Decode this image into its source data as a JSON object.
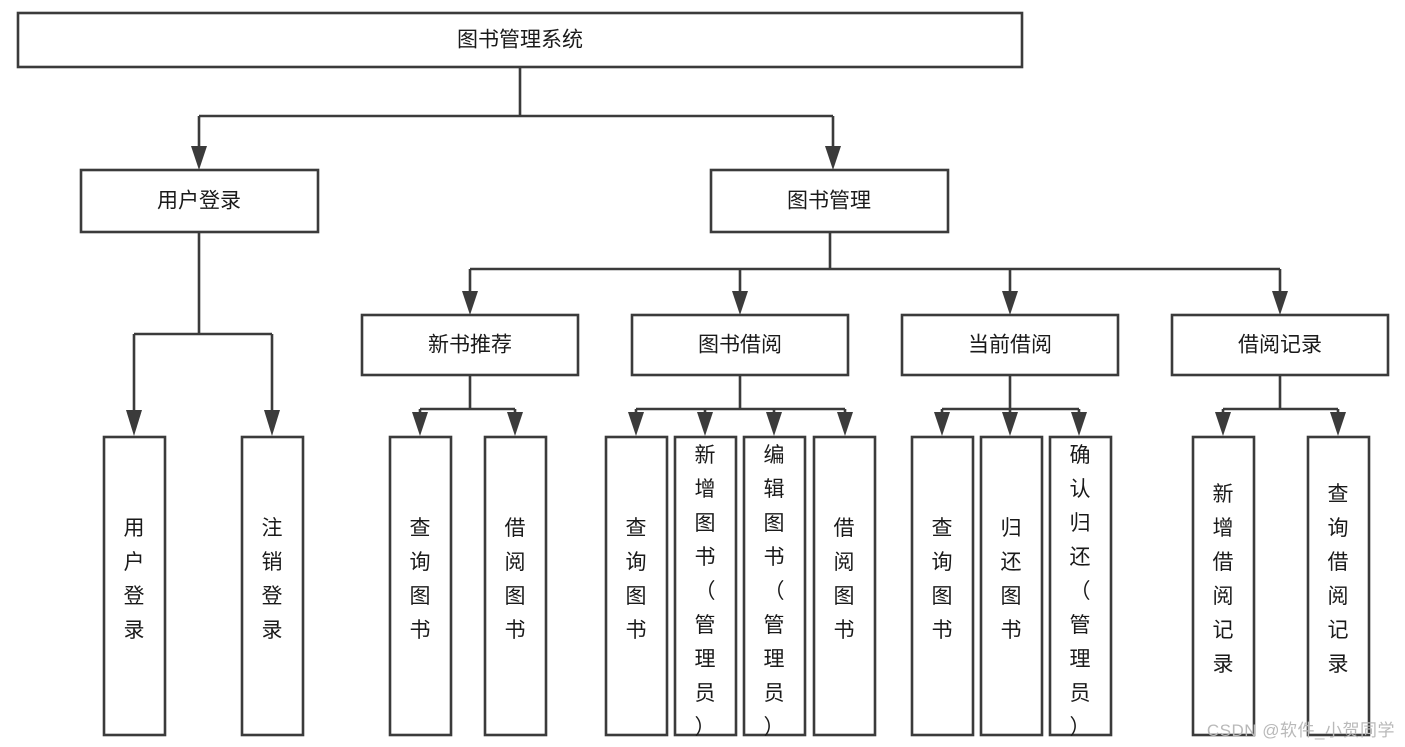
{
  "diagram": {
    "type": "tree-hierarchy",
    "title": "图书管理系统",
    "watermark": "CSDN @软件_小贺同学",
    "colors": {
      "stroke": "#3b3b3b",
      "fill": "#ffffff",
      "text": "#1a1a1a",
      "watermark": "#b9b9b9"
    },
    "nodes": {
      "root": {
        "label": "图书管理系统",
        "orientation": "horizontal"
      },
      "level2": [
        {
          "id": "user-login",
          "label": "用户登录",
          "orientation": "horizontal"
        },
        {
          "id": "book-management",
          "label": "图书管理",
          "orientation": "horizontal"
        }
      ],
      "level3": [
        {
          "id": "new-book-recommend",
          "label": "新书推荐",
          "orientation": "horizontal"
        },
        {
          "id": "book-borrow",
          "label": "图书借阅",
          "orientation": "horizontal"
        },
        {
          "id": "current-borrow",
          "label": "当前借阅",
          "orientation": "horizontal"
        },
        {
          "id": "borrow-record",
          "label": "借阅记录",
          "orientation": "horizontal"
        }
      ],
      "leaves": {
        "user-login": [
          {
            "id": "leaf-user-login",
            "label": "用户登录",
            "orientation": "vertical"
          },
          {
            "id": "leaf-logout-login",
            "label": "注销登录",
            "orientation": "vertical"
          }
        ],
        "new-book-recommend": [
          {
            "id": "leaf-query-book-1",
            "label": "查询图书",
            "orientation": "vertical"
          },
          {
            "id": "leaf-borrow-book-1",
            "label": "借阅图书",
            "orientation": "vertical"
          }
        ],
        "book-borrow": [
          {
            "id": "leaf-query-book-2",
            "label": "查询图书",
            "orientation": "vertical"
          },
          {
            "id": "leaf-add-book",
            "label": "新增图书（管理员）",
            "orientation": "vertical"
          },
          {
            "id": "leaf-edit-book",
            "label": "编辑图书（管理员）",
            "orientation": "vertical"
          },
          {
            "id": "leaf-borrow-book-2",
            "label": "借阅图书",
            "orientation": "vertical"
          }
        ],
        "current-borrow": [
          {
            "id": "leaf-query-book-3",
            "label": "查询图书",
            "orientation": "vertical"
          },
          {
            "id": "leaf-return-book",
            "label": "归还图书",
            "orientation": "vertical"
          },
          {
            "id": "leaf-confirm-return",
            "label": "确认归还（管理员）",
            "orientation": "vertical"
          }
        ],
        "borrow-record": [
          {
            "id": "leaf-add-record",
            "label": "新增借阅记录",
            "orientation": "vertical"
          },
          {
            "id": "leaf-query-record",
            "label": "查询借阅记录",
            "orientation": "vertical"
          }
        ]
      }
    }
  }
}
